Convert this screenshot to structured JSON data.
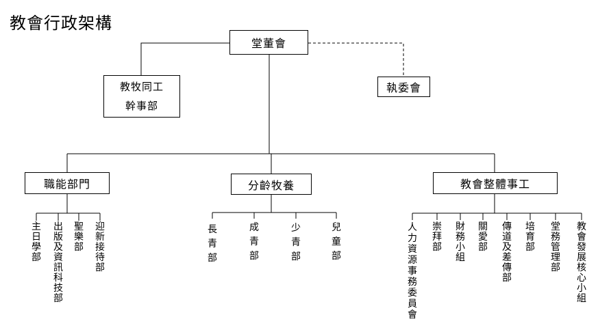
{
  "title": "教會行政架構",
  "nodes": {
    "root": "堂董會",
    "pastoral_line1": "教牧同工",
    "pastoral_line2": "幹事部",
    "exec": "執委會",
    "func": "職能部門",
    "age": "分齡牧養",
    "whole": "教會整體事工"
  },
  "func_children": [
    "主日學部",
    "出版及資訊科技部",
    "聖樂部",
    "迎新接待部"
  ],
  "age_children": [
    "長青部",
    "成青部",
    "少青部",
    "兒童部"
  ],
  "whole_children": [
    "人力資源事務委員會",
    "崇拜部",
    "財務小組",
    "關愛部",
    "傳道及差傳部",
    "培育部",
    "堂務管理部",
    "教會發展核心小組"
  ]
}
